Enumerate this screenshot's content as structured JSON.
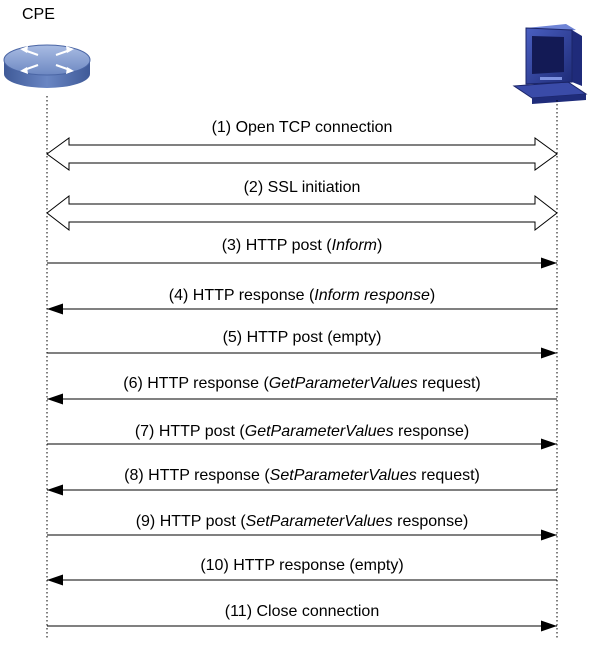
{
  "endpoints": {
    "left_label": "CPE",
    "left_icon": "router-icon",
    "right_icon": "computer-icon"
  },
  "colors": {
    "router_body": "#5b78b5",
    "router_top": "#8fa6d6",
    "computer_body": "#2e3f99",
    "line": "#000000"
  },
  "messages": [
    {
      "id": 1,
      "dir": "both",
      "style": "hollow",
      "parts": [
        {
          "t": "(1) Open TCP connection",
          "i": false
        }
      ]
    },
    {
      "id": 2,
      "dir": "both",
      "style": "hollow",
      "parts": [
        {
          "t": "(2) SSL initiation",
          "i": false
        }
      ]
    },
    {
      "id": 3,
      "dir": "right",
      "style": "solid",
      "parts": [
        {
          "t": "(3) HTTP post (",
          "i": false
        },
        {
          "t": "Inform",
          "i": true
        },
        {
          "t": ")",
          "i": false
        }
      ]
    },
    {
      "id": 4,
      "dir": "left",
      "style": "solid",
      "parts": [
        {
          "t": "(4) HTTP response (",
          "i": false
        },
        {
          "t": "Inform response",
          "i": true
        },
        {
          "t": ")",
          "i": false
        }
      ]
    },
    {
      "id": 5,
      "dir": "right",
      "style": "solid",
      "parts": [
        {
          "t": "(5) HTTP post (empty)",
          "i": false
        }
      ]
    },
    {
      "id": 6,
      "dir": "left",
      "style": "solid",
      "parts": [
        {
          "t": "(6) HTTP response (",
          "i": false
        },
        {
          "t": "GetParameterValues",
          "i": true
        },
        {
          "t": " request)",
          "i": false
        }
      ]
    },
    {
      "id": 7,
      "dir": "right",
      "style": "solid",
      "parts": [
        {
          "t": "(7) HTTP post (",
          "i": false
        },
        {
          "t": "GetParameterValues",
          "i": true
        },
        {
          "t": " response)",
          "i": false
        }
      ]
    },
    {
      "id": 8,
      "dir": "left",
      "style": "solid",
      "parts": [
        {
          "t": "(8) HTTP response (",
          "i": false
        },
        {
          "t": "SetParameterValues",
          "i": true
        },
        {
          "t": " request)",
          "i": false
        }
      ]
    },
    {
      "id": 9,
      "dir": "right",
      "style": "solid",
      "parts": [
        {
          "t": "(9) HTTP post (",
          "i": false
        },
        {
          "t": "SetParameterValues",
          "i": true
        },
        {
          "t": " response)",
          "i": false
        }
      ]
    },
    {
      "id": 10,
      "dir": "left",
      "style": "solid",
      "parts": [
        {
          "t": "(10) HTTP response (empty)",
          "i": false
        }
      ]
    },
    {
      "id": 11,
      "dir": "right",
      "style": "solid",
      "parts": [
        {
          "t": "(11) Close connection",
          "i": false
        }
      ]
    }
  ]
}
